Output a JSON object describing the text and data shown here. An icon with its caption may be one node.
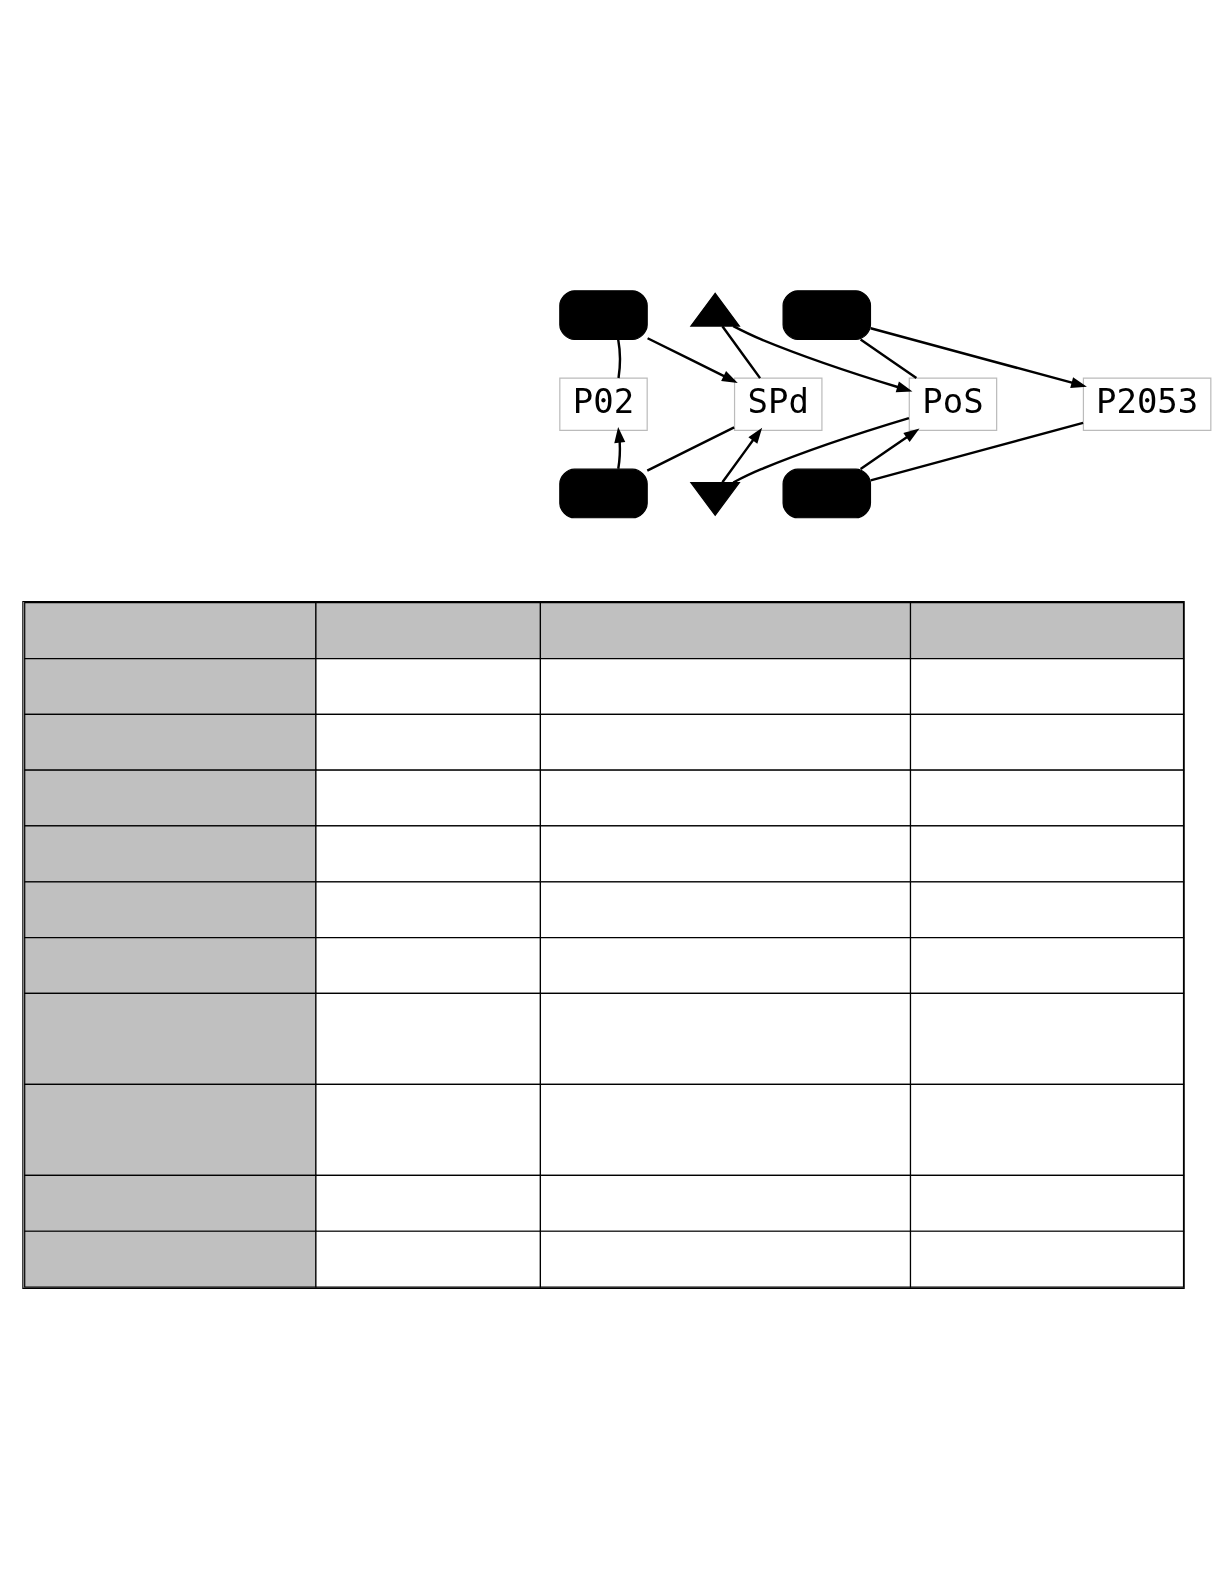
{
  "diagram": {
    "nodes": [
      {
        "text": [],
        "shape": "box"
      },
      {
        "text": [],
        "shape": "triangle"
      },
      {
        "text": [],
        "shape": "box"
      },
      {
        "text": [
          "P02"
        ]
      },
      {
        "text": [
          "SPd"
        ]
      },
      {
        "text": [
          "PoS"
        ]
      },
      {
        "text": [
          "P2053"
        ]
      },
      {
        "text": [],
        "shape": "box"
      },
      {
        "text": [],
        "shape": "invtriangle"
      },
      {
        "text": [],
        "shape": "box"
      },
      {
        "text": [],
        "shape": "table"
      }
    ],
    "edges": [
      {
        "from": 3,
        "to": 0,
        "arrow": "none"
      },
      {
        "from": 0,
        "to": 4,
        "arrow": "to"
      },
      {
        "from": 4,
        "to": 1,
        "arrow": "none"
      },
      {
        "from": 1,
        "to": 5,
        "arrow": "to"
      },
      {
        "from": 5,
        "to": 2,
        "arrow": "none"
      },
      {
        "from": 2,
        "to": 6,
        "arrow": "to"
      },
      {
        "from": 4,
        "to": 7,
        "arrow": "none"
      },
      {
        "from": 7,
        "to": 3,
        "arrow": "to"
      },
      {
        "from": 5,
        "to": 8,
        "arrow": "none"
      },
      {
        "from": 8,
        "to": 4,
        "arrow": "to"
      },
      {
        "from": 6,
        "to": 9,
        "arrow": "none"
      },
      {
        "from": 9,
        "to": 5,
        "arrow": "to"
      }
    ]
  }
}
